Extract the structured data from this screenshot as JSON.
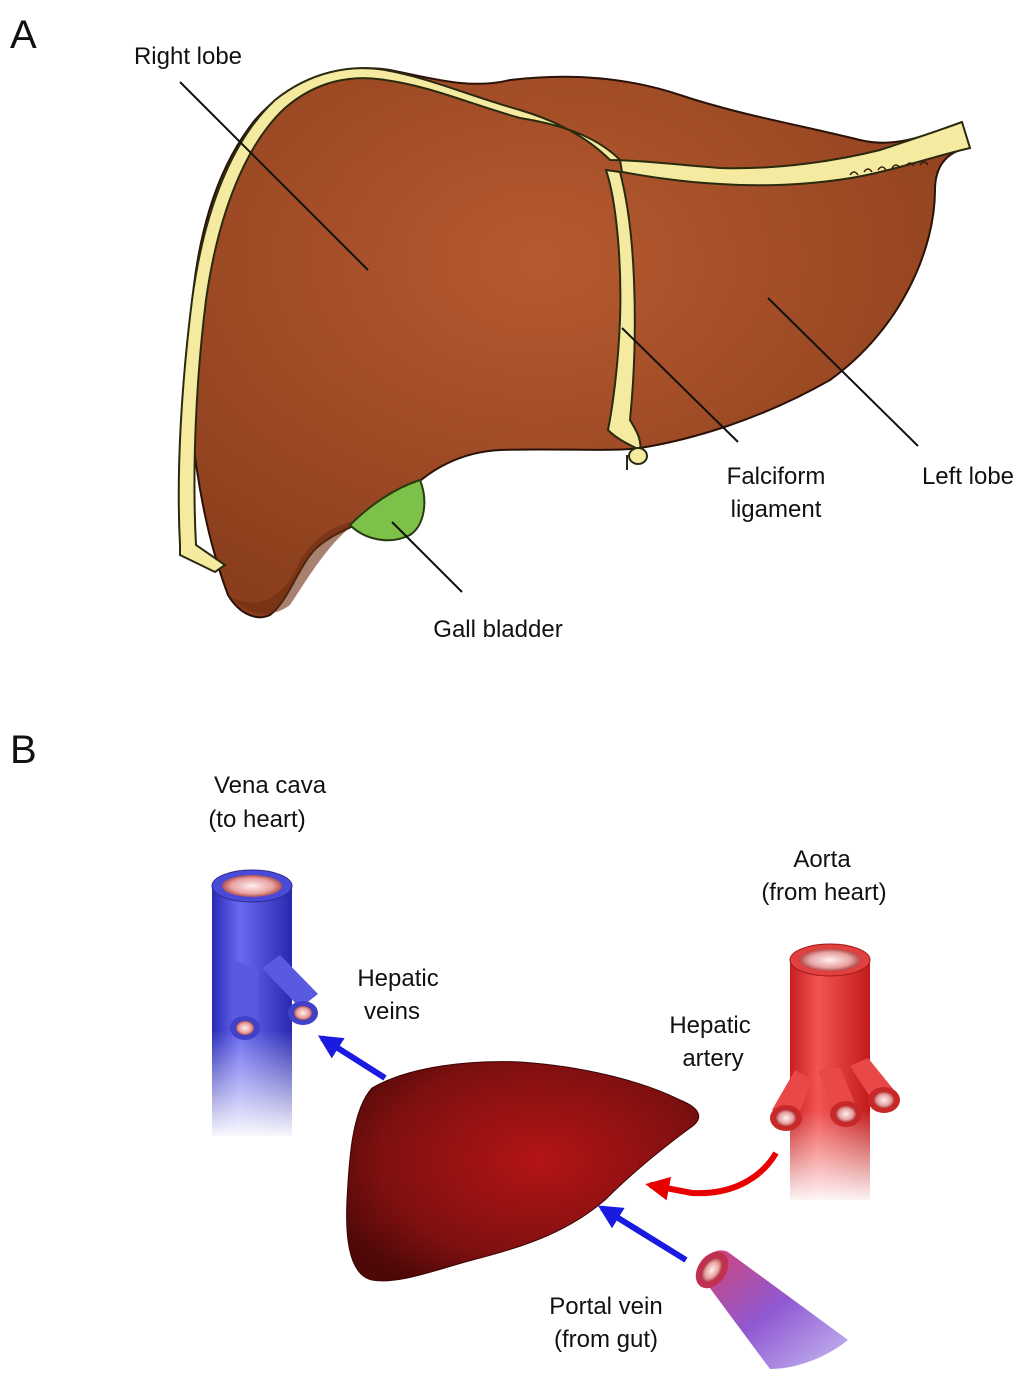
{
  "panel_a": {
    "letter": "A",
    "labels": {
      "right_lobe": "Right lobe",
      "falciform_1": "Falciform",
      "falciform_2": "ligament",
      "left_lobe": "Left lobe",
      "gall_bladder": "Gall bladder"
    },
    "colors": {
      "liver": "#a14f2a",
      "liver_dark": "#7a3518",
      "ligament": "#f4eba0",
      "gallbladder": "#7cc24a"
    }
  },
  "panel_b": {
    "letter": "B",
    "labels": {
      "vena_cava_1": "Vena cava",
      "vena_cava_2": "(to heart)",
      "hepatic_veins_1": "Hepatic",
      "hepatic_veins_2": "veins",
      "aorta_1": "Aorta",
      "aorta_2": "(from heart)",
      "hepatic_artery_1": "Hepatic",
      "hepatic_artery_2": "artery",
      "portal_vein_1": "Portal vein",
      "portal_vein_2": "(from gut)"
    },
    "colors": {
      "vein": "#3a3ad0",
      "artery": "#e02a2a",
      "liver": "#8e1212",
      "arrow_blue": "#1a1ae0",
      "arrow_red": "#e80000"
    }
  }
}
